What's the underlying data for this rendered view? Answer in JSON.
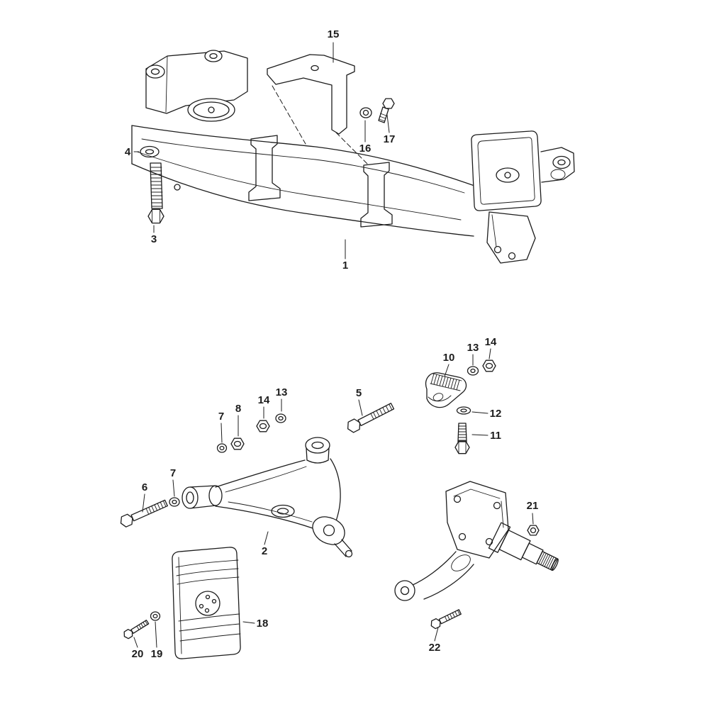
{
  "diagram": {
    "background_color": "#ffffff",
    "line_color": "#1c1c1c",
    "callouts": [
      {
        "label": "15"
      },
      {
        "label": "4"
      },
      {
        "label": "3"
      },
      {
        "label": "16"
      },
      {
        "label": "17"
      },
      {
        "label": "1"
      },
      {
        "label": "10"
      },
      {
        "label": "13"
      },
      {
        "label": "14"
      },
      {
        "label": "12"
      },
      {
        "label": "11"
      },
      {
        "label": "5"
      },
      {
        "label": "14"
      },
      {
        "label": "13"
      },
      {
        "label": "8"
      },
      {
        "label": "7"
      },
      {
        "label": "7"
      },
      {
        "label": "6"
      },
      {
        "label": "2"
      },
      {
        "label": "18"
      },
      {
        "label": "20"
      },
      {
        "label": "19"
      },
      {
        "label": "21"
      },
      {
        "label": "22"
      }
    ]
  }
}
